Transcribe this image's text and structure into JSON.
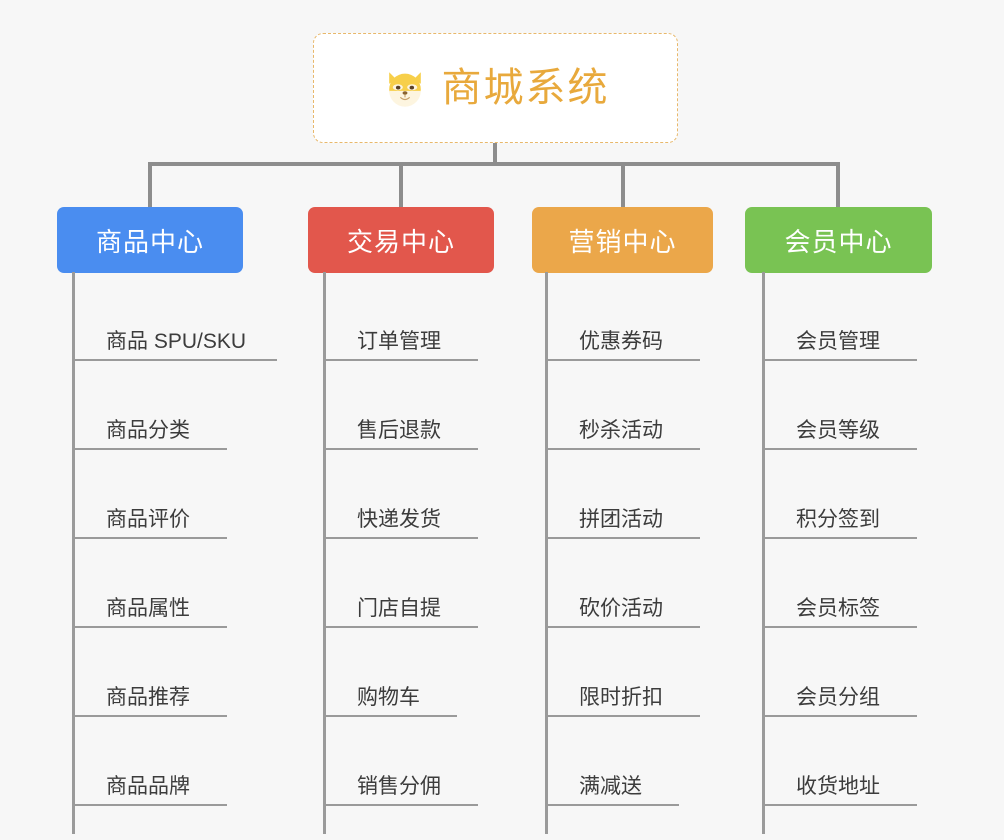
{
  "page": {
    "background_color": "#f7f7f7",
    "line_color": "#8d8d8d"
  },
  "root": {
    "title": "商城系统",
    "icon": "shiba-dog-icon",
    "text_color": "#e8a93c",
    "border_color": "#e8b86b",
    "background_color": "#ffffff"
  },
  "columns": [
    {
      "title": "商品中心",
      "color": "#4a8df0",
      "items": [
        "商品 SPU/SKU",
        "商品分类",
        "商品评价",
        "商品属性",
        "商品推荐",
        "商品品牌"
      ]
    },
    {
      "title": "交易中心",
      "color": "#e2574c",
      "items": [
        "订单管理",
        "售后退款",
        "快递发货",
        "门店自提",
        "购物车",
        "销售分佣"
      ]
    },
    {
      "title": "营销中心",
      "color": "#eba74a",
      "items": [
        "优惠券码",
        "秒杀活动",
        "拼团活动",
        "砍价活动",
        "限时折扣",
        "满减送"
      ]
    },
    {
      "title": "会员中心",
      "color": "#79c353",
      "items": [
        "会员管理",
        "会员等级",
        "积分签到",
        "会员标签",
        "会员分组",
        "收货地址"
      ]
    }
  ]
}
